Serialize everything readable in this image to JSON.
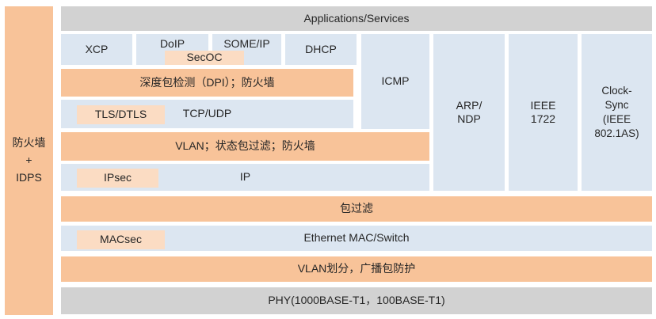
{
  "diagram_title": "Automotive Ethernet protocol stack with security layers",
  "sidebar": {
    "label": "防火墙\n+\nIDPS"
  },
  "top_bar": {
    "label": "Applications/Services"
  },
  "protocols": {
    "xcp": "XCP",
    "doip": "DoIP",
    "someip": "SOME/IP",
    "dhcp": "DHCP",
    "icmp": "ICMP",
    "arp_ndp": "ARP/\nNDP",
    "ieee1722": "IEEE\n1722",
    "clock_sync": "Clock-\nSync\n(IEEE\n802.1AS)",
    "tcp_udp": "TCP/UDP",
    "ip": "IP",
    "ethernet": "Ethernet MAC/Switch",
    "phy": "PHY(1000BASE-T1，100BASE-T1)"
  },
  "security_layers": {
    "secoc": "SecOC",
    "dpi_firewall": "深度包检测（DPI）；防火墙",
    "tls_dtls": "TLS/DTLS",
    "vlan_stateful_firewall": "VLAN；状态包过滤；防火墙",
    "ipsec": "IPsec",
    "packet_filter": "包过滤",
    "macsec": "MACsec",
    "vlan_division": "VLAN划分，广播包防护"
  },
  "colors": {
    "security_orange": "#F8C399",
    "security_inset_orange": "#FBDCC3",
    "protocol_blue": "#DCE6F1",
    "neutral_gray": "#D2D2D2",
    "text": "#262626",
    "background": "#FFFFFF"
  }
}
